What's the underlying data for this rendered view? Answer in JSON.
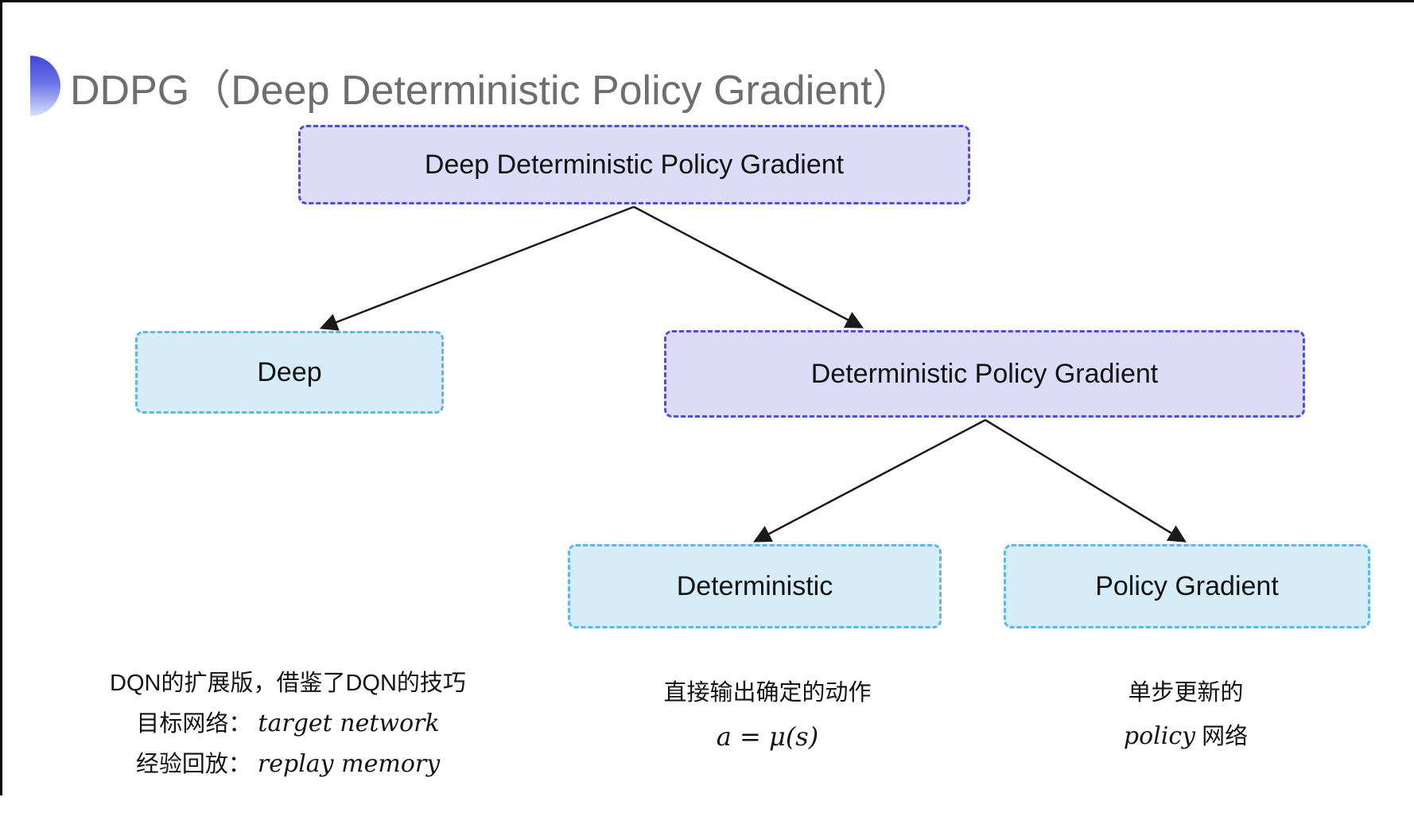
{
  "title": "DDPG（Deep Deterministic Policy Gradient）",
  "diagram": {
    "root_label": "Deep Deterministic Policy Gradient",
    "deep_label": "Deep",
    "dpg_label": "Deterministic Policy Gradient",
    "deterministic_label": "Deterministic",
    "policy_gradient_label": "Policy Gradient"
  },
  "notes": {
    "deep": {
      "line1": "DQN的扩展版，借鉴了DQN的技巧",
      "line2_label": "目标网络：",
      "line2_term": "target network",
      "line3_label": "经验回放：",
      "line3_term": "replay memory"
    },
    "deterministic": {
      "line1": "直接输出确定的动作",
      "formula": "a = μ(s)"
    },
    "policy_gradient": {
      "line1": "单步更新的",
      "term": "policy",
      "suffix": " 网络"
    }
  },
  "colors": {
    "purple_fill": "#dedbf9",
    "purple_border": "#4c50d7",
    "cyan_fill": "#d6edf9",
    "cyan_border": "#5fb7e6",
    "arrow": "#1a1a1a",
    "title_gray": "#6e6e6e",
    "accent_gradient_top": "#4046d6",
    "accent_gradient_bottom": "#d9e0fa"
  }
}
